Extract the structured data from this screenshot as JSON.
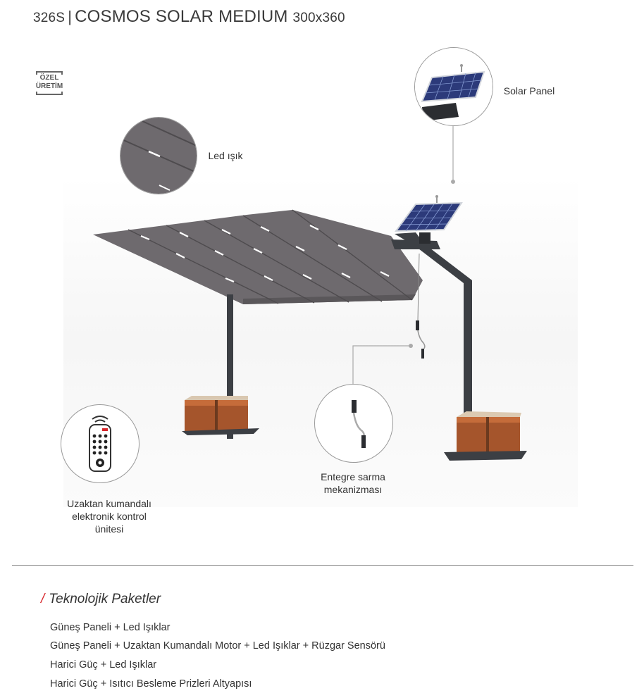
{
  "header": {
    "code": "326S",
    "separator": "|",
    "name": "COSMOS SOLAR MEDIUM",
    "size": "300x360"
  },
  "badge": {
    "line1": "ÖZEL",
    "line2": "ÜRETİM"
  },
  "callouts": {
    "led": "Led ışık",
    "solar": "Solar Panel",
    "remote_line1": "Uzaktan kumandalı",
    "remote_line2": "elektronik kontrol",
    "remote_line3": "ünitesi",
    "crank_line1": "Entegre sarma",
    "crank_line2": "mekanizması"
  },
  "packages": {
    "title": "Teknolojik Paketler",
    "items": [
      "Güneş Paneli + Led Işıklar",
      "Güneş Paneli + Uzaktan Kumandalı Motor + Led Işıklar + Rüzgar Sensörü",
      "Harici Güç + Led Işıklar",
      "Harici Güç + Isıtıcı Besleme Prizleri Altyapısı"
    ]
  },
  "colors": {
    "fabric": "#6e6a6e",
    "frame": "#3c3f44",
    "wood": "#a0522d",
    "accent": "#d7262b",
    "panel": "#2c3a7a"
  }
}
